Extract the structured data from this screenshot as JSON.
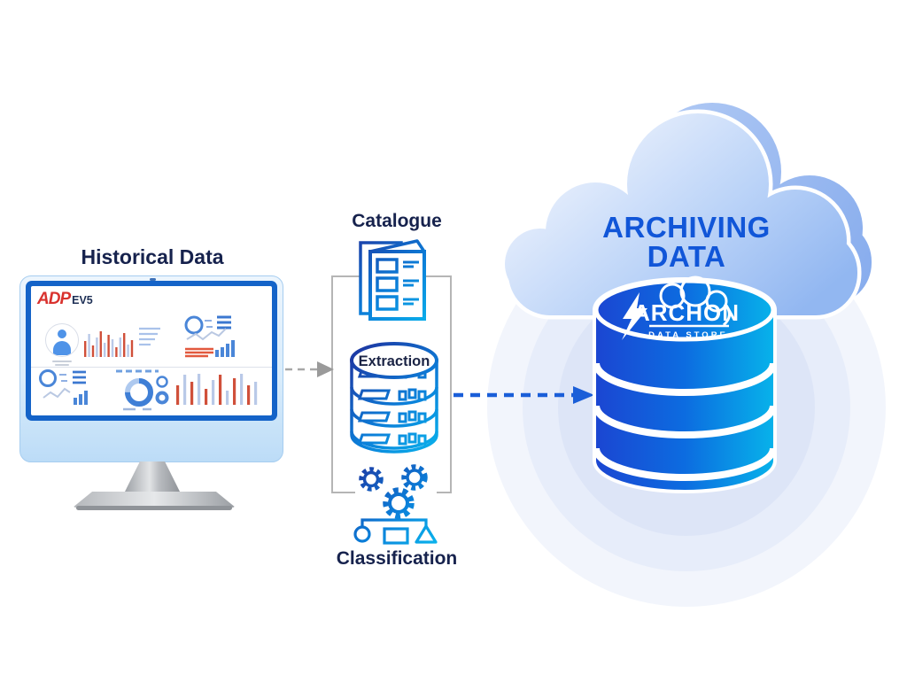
{
  "historical": {
    "title": "Historical Data",
    "brand": "ADP",
    "brand_suffix": "EV5"
  },
  "pipeline": {
    "catalogue": "Catalogue",
    "extraction": "Extraction",
    "classification": "Classification"
  },
  "cloud": {
    "title_line1": "ARCHIVING",
    "title_line2": "DATA"
  },
  "archon": {
    "name": "ARCHON",
    "tagline": "DATA STORE"
  },
  "colors": {
    "accent_blue": "#1156d8",
    "title_navy": "#16224d",
    "adp_red": "#d9322e",
    "icon_gradient_start": "#1c3ca6",
    "icon_gradient_end": "#0ab2ec",
    "cloud_fill_light": "#e6eefc",
    "cloud_fill_dark": "#92b7f1",
    "cylinder_left": "#1b46d2",
    "cylinder_right": "#07b2ea",
    "arrow_gray": "#9d9d9d"
  }
}
